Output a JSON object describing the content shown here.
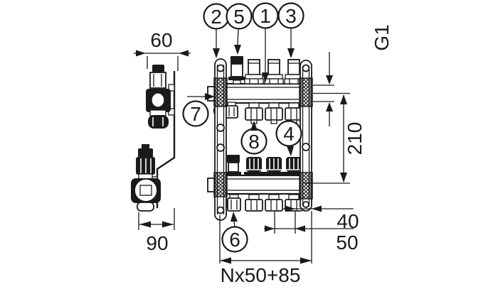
{
  "meta": {
    "description": "Technical line drawing of a floor-heating manifold: side view (left) and front view (right) with numbered callouts and dimensions",
    "paper_color": "#ffffff",
    "ink_color": "#1a1a1a"
  },
  "dimensions": {
    "bracket_width": "60",
    "bracket_depth": "90",
    "connection_thread": "G1",
    "center_distance": "210",
    "end_offset": "40",
    "outlet_pitch": "50",
    "total_length": "Nx50+85"
  },
  "callouts": {
    "c1": "1",
    "c2": "2",
    "c3": "3",
    "c4": "4",
    "c5": "5",
    "c6": "6",
    "c7": "7",
    "c8": "8"
  }
}
